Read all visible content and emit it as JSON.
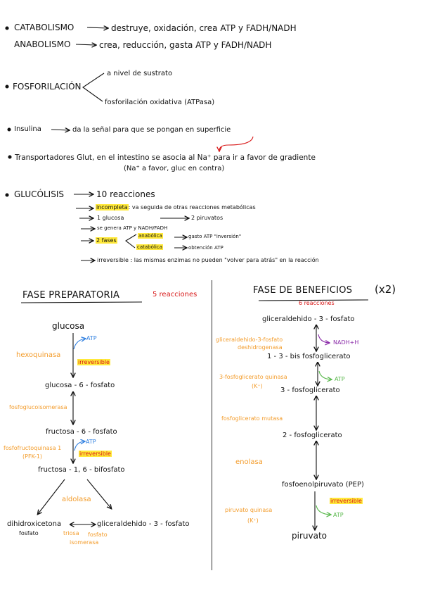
{
  "colors": {
    "ink": "#111111",
    "orange": "#f39c2b",
    "red": "#d81818",
    "blue": "#2f7fe0",
    "green": "#58b84b",
    "purple": "#8a2aa8",
    "highlight": "#ffe93a"
  },
  "notes": {
    "catabolismo": {
      "term": "CATABOLISMO",
      "desc": "destruye, oxidación, crea ATP y FADH/NADH"
    },
    "anabolismo": {
      "term": "ANABOLISMO",
      "desc": "crea, reducción, gasta ATP y FADH/NADH"
    },
    "fosforilacion": {
      "term": "FOSFORILACIÓN",
      "a": "a nivel de sustrato",
      "b": "fosforilación oxidativa (ATPasa)"
    },
    "insulina": {
      "term": "Insulina",
      "desc": "da la señal para que se pongan en superficie"
    },
    "transportadores": {
      "line1": "Transportadores Glut, en el intestino se asocia al Na⁺ para ir a favor de gradiente",
      "line2": "(Na⁺ a favor, gluc en contra)"
    },
    "glucolisis": {
      "term": "GLUCÓLISIS",
      "count": "10 reacciones",
      "incompleta": "incompleta",
      "incompleta_desc": ": va seguida de otras reacciones metabólicas",
      "glucosa": "1 glucosa",
      "piruvatos": "2 piruvatos",
      "genera": "se genera ATP y NADH/FADH",
      "fases": "2 fases",
      "anabolica": "anabólica",
      "anabolica_desc": "gasto ATP \"inversión\"",
      "catabolica": "catabólica",
      "catabolica_desc": "obtención ATP",
      "irreversible": "irreversible : las mismas enzimas no pueden \"volver para atrás\" en la reacción"
    }
  },
  "left_phase": {
    "title": "FASE PREPARATORIA",
    "count": "5 reacciones",
    "glucosa": "glucosa",
    "atp1": "ATP",
    "hexoquinasa": "hexoquinasa",
    "irreversible1": "irreversible",
    "g6p": "glucosa - 6 - fosfato",
    "fosfoglucoisomerasa": "fosfoglucoisomerasa",
    "f6p": "fructosa - 6 - fosfato",
    "pfk": "fosfofructoquinasa 1",
    "pfk_abbr": "(PFK-1)",
    "atp2": "ATP",
    "irreversible2": "irreversible",
    "f16bp": "fructosa - 1, 6 - bifosfato",
    "aldolasa": "aldolasa",
    "dhap": "dihidroxicetona",
    "dhap2": "fosfato",
    "g3p": "gliceraldehido - 3 - fosfato",
    "triosa1": "triosa",
    "triosa2": "fosfato",
    "triosa3": "isomerasa"
  },
  "right_phase": {
    "title": "FASE DE BENEFICIOS",
    "mult": "(x2)",
    "count": "6 reacciones",
    "g3p": "gliceraldehido - 3 - fosfato",
    "gapdh1": "gliceraldehido-3-fosfato",
    "gapdh2": "deshidrogenasa",
    "nadh": "NADH+H",
    "bpg": "1 - 3 - bis fosfoglicerato",
    "pgk1": "3-fosfoglicerato quinasa",
    "pgk2": "(K⁺)",
    "atp1": "ATP",
    "pg3": "3 - fosfoglicerato",
    "mutasa": "fosfoglicerato mutasa",
    "pg2": "2 - fosfoglicerato",
    "enolasa": "enolasa",
    "pep": "fosfoenolpiruvato (PEP)",
    "irreversible": "irreversible",
    "pk1": "piruvato quinasa",
    "pk2": "(K⁺)",
    "atp2": "ATP",
    "piruvato": "piruvato"
  }
}
